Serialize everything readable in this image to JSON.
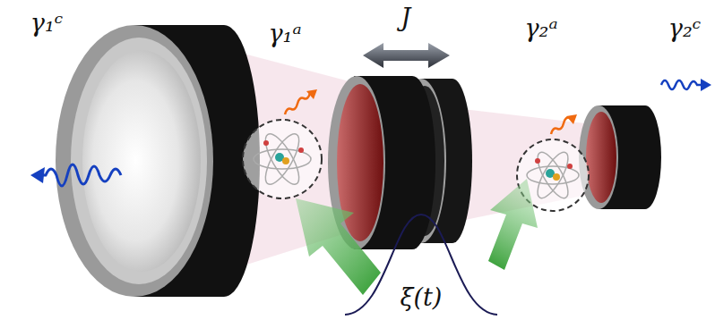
{
  "diagram": {
    "labels": [
      "γ₁ᶜ",
      "γ₁ᵃ",
      "J",
      "γ₂ᵃ",
      "γ₂ᶜ",
      "ξ(t)"
    ]
  }
}
